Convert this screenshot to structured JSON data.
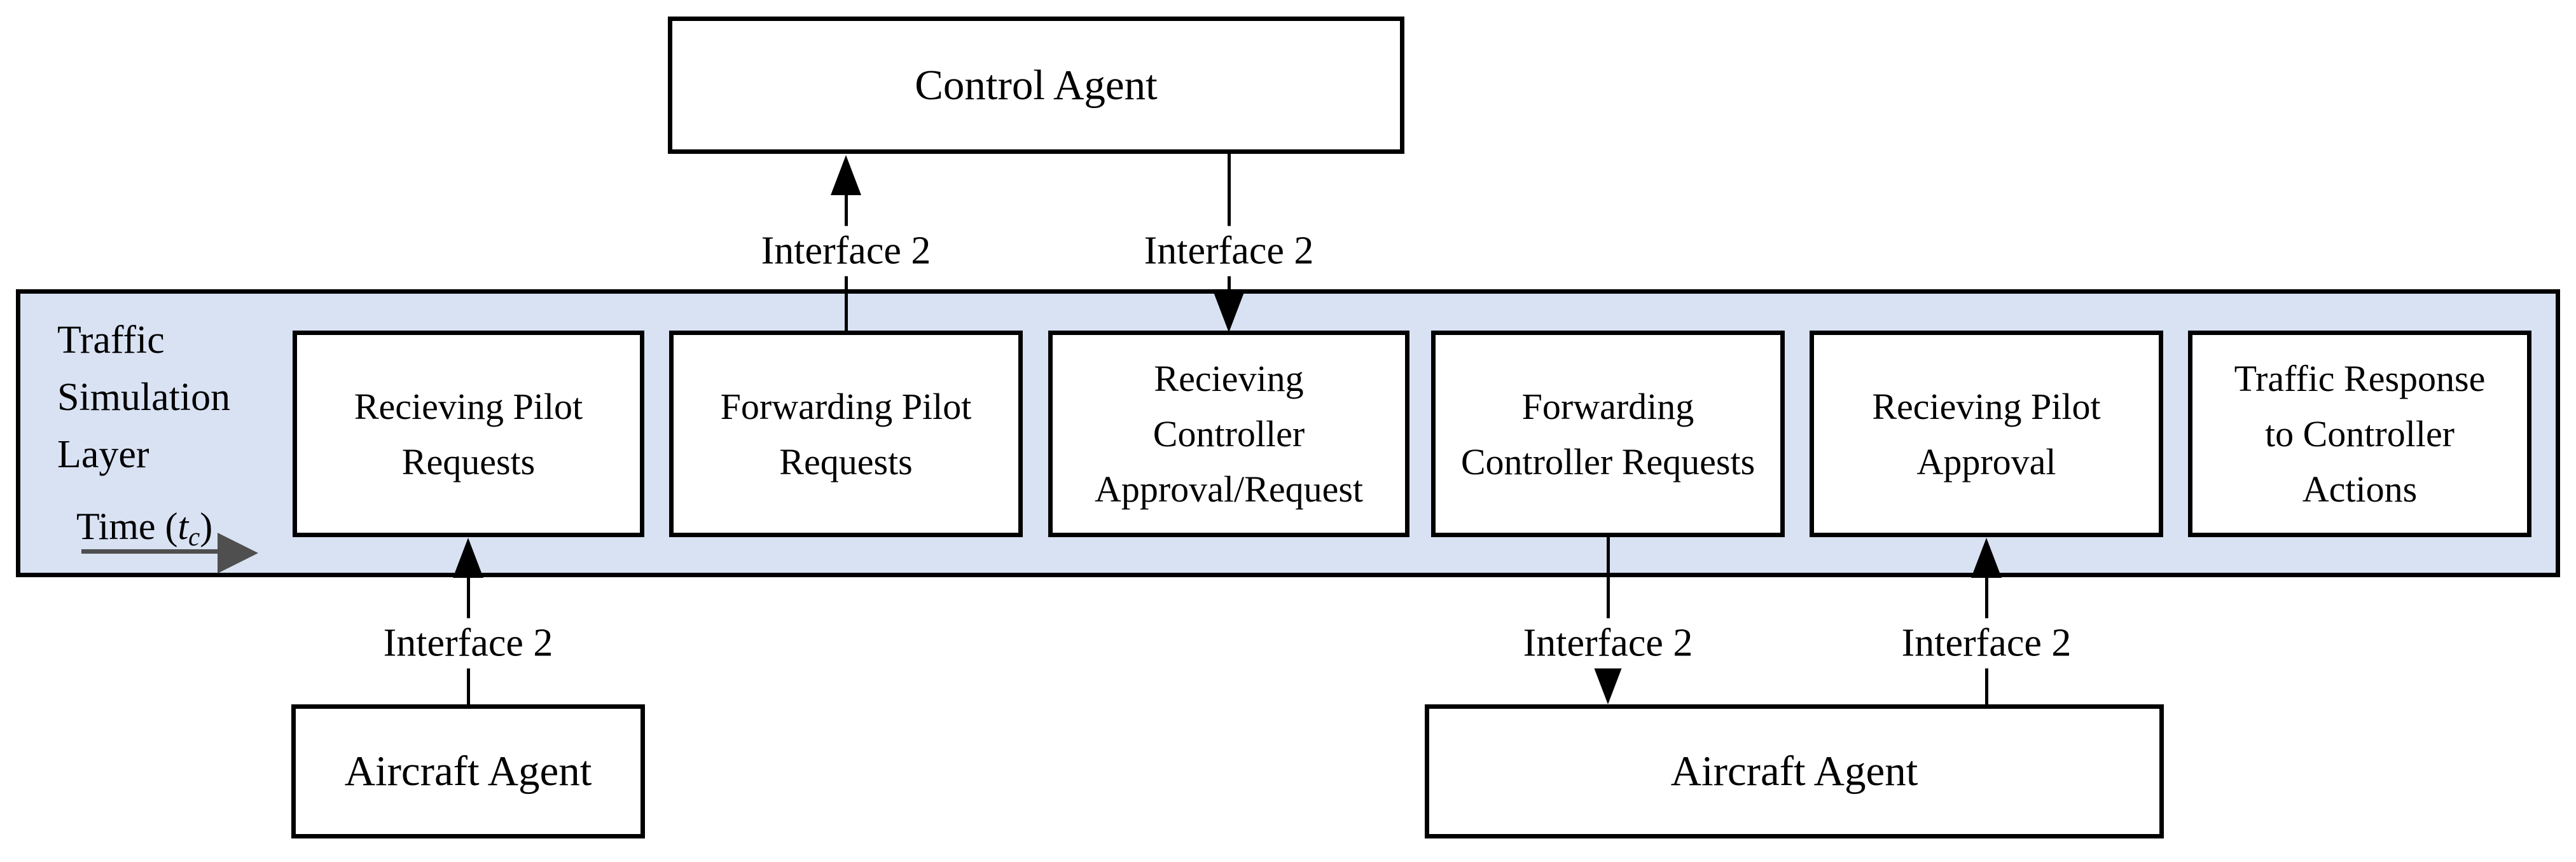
{
  "colors": {
    "layer_fill": "#d9e2f3",
    "line_and_border": "#000000",
    "box_fill": "#ffffff",
    "time_arrow": "#4f4f4f"
  },
  "control_agent": {
    "label": "Control Agent"
  },
  "layer": {
    "title": "Traffic Simulation Layer",
    "title_lines": [
      "Traffic",
      "Simulation",
      "Layer"
    ],
    "time": {
      "prefix": "Time (",
      "variable": "t",
      "subscript": "c",
      "suffix": ")"
    },
    "boxes": [
      {
        "label": "Recieving Pilot Requests",
        "lines": [
          "Recieving Pilot",
          "Requests"
        ]
      },
      {
        "label": "Forwarding Pilot Requests",
        "lines": [
          "Forwarding Pilot",
          "Requests"
        ]
      },
      {
        "label": "Recieving Controller Approval/Request",
        "lines": [
          "Recieving",
          "Controller",
          "Approval/Request"
        ]
      },
      {
        "label": "Forwarding Controller Requests",
        "lines": [
          "Forwarding",
          "Controller Requests"
        ]
      },
      {
        "label": "Recieving Pilot Approval",
        "lines": [
          "Recieving Pilot",
          "Approval"
        ]
      },
      {
        "label": "Traffic Response to Controller Actions",
        "lines": [
          "Traffic Response",
          "to Controller",
          "Actions"
        ]
      }
    ]
  },
  "aircraft_agents": [
    {
      "label": "Aircraft Agent"
    },
    {
      "label": "Aircraft Agent"
    }
  ],
  "connectors": [
    {
      "id": "forwarding-pilot-to-control",
      "label": "Interface 2"
    },
    {
      "id": "control-to-receiving-controller",
      "label": "Interface 2"
    },
    {
      "id": "aircraft-to-receiving-pilot-requests",
      "label": "Interface 2"
    },
    {
      "id": "forwarding-controller-to-aircraft",
      "label": "Interface 2"
    },
    {
      "id": "aircraft-to-receiving-pilot-approval",
      "label": "Interface 2"
    }
  ]
}
